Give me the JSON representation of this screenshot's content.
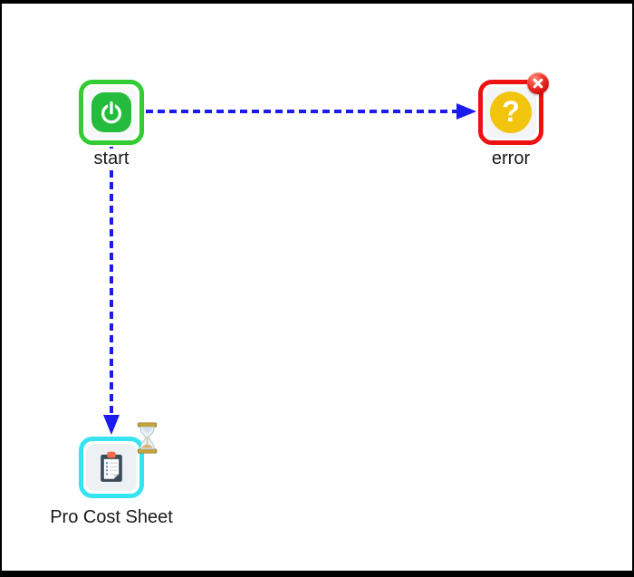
{
  "app": {
    "name": "workflow designer canvas"
  },
  "canvas": {
    "background": "#ffffff",
    "border_color": "#000000"
  },
  "colors": {
    "connector_blue": "#1b1bf0",
    "start_green_border": "#33cc33",
    "start_green_icon": "#23bc3c",
    "error_red_border": "#ee1111",
    "error_yellow_circle": "#f2c40e",
    "badge_red": "#d90f0f",
    "task_cyan_border": "#35e4f2"
  },
  "nodes": {
    "start": {
      "label": "start",
      "type": "start-event",
      "icon": "power-icon"
    },
    "error": {
      "label": "error",
      "type": "error-event",
      "icon": "question-icon",
      "icon_glyph": "?",
      "badge_icon": "remove-badge-icon"
    },
    "pro_cost_sheet": {
      "label": "Pro Cost Sheet",
      "type": "task",
      "icon": "clipboard-icon",
      "status_icon": "hourglass-icon"
    }
  },
  "connections": [
    {
      "from": "start",
      "to": "error",
      "style": "dashed-arrow"
    },
    {
      "from": "start",
      "to": "pro_cost_sheet",
      "style": "dashed-arrow"
    }
  ]
}
